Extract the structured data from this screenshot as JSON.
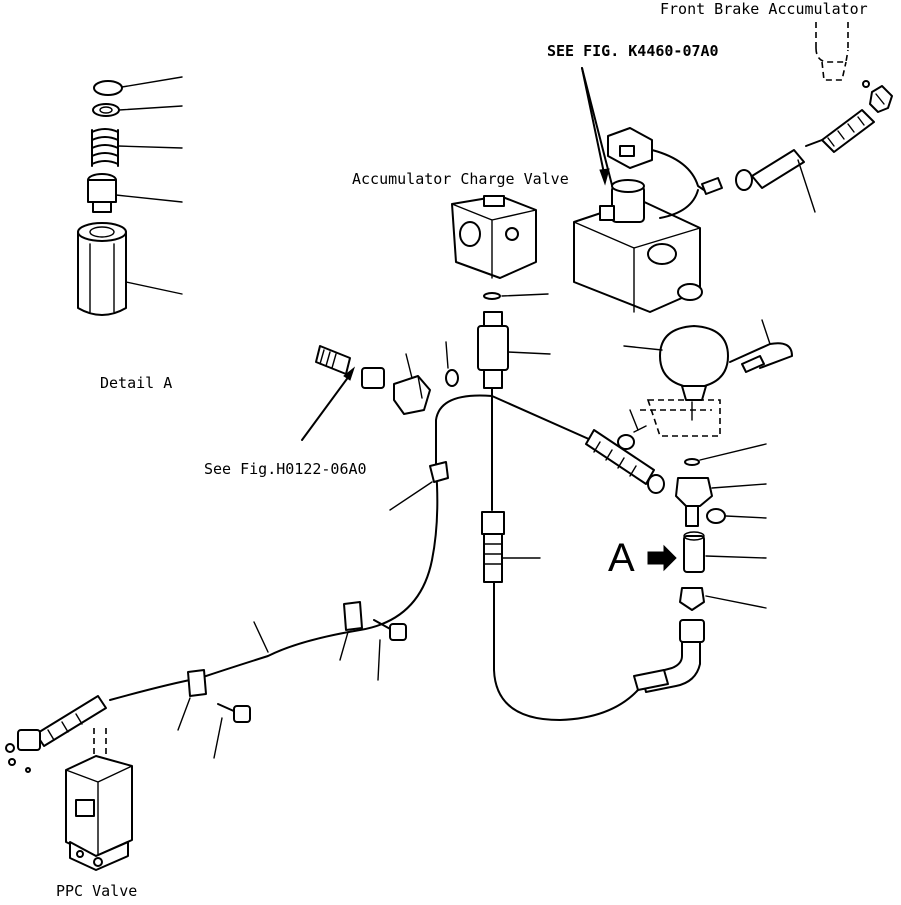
{
  "labels": {
    "front_brake_accumulator": "Front Brake Accumulator",
    "see_fig_k4460": "SEE FIG. K4460-07A0",
    "accumulator_charge_valve": "Accumulator Charge Valve",
    "detail_a": "Detail A",
    "see_fig_h0122": "See Fig.H0122-06A0",
    "a_marker": "A",
    "ppc_valve": "PPC Valve"
  },
  "colors": {
    "ink": "#000000",
    "paper": "#ffffff"
  }
}
